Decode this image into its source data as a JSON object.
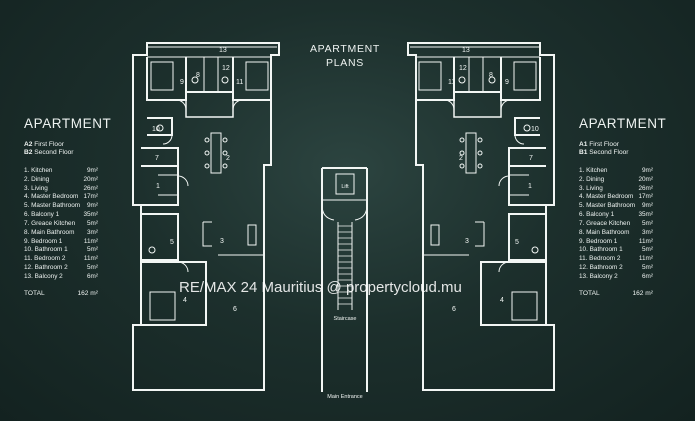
{
  "title": {
    "line1": "APARTMENT",
    "line2": "PLANS"
  },
  "left_panel": {
    "heading": "APARTMENT",
    "floors": [
      {
        "code": "A2",
        "label": "First Floor"
      },
      {
        "code": "B2",
        "label": "Second Floor"
      }
    ]
  },
  "right_panel": {
    "heading": "APARTMENT",
    "floors": [
      {
        "code": "A1",
        "label": "First Floor"
      },
      {
        "code": "B1",
        "label": "Second Floor"
      }
    ]
  },
  "rooms": [
    {
      "name": "1. Kitchen",
      "area": "9m²"
    },
    {
      "name": "2. Dining",
      "area": "20m²"
    },
    {
      "name": "3. Living",
      "area": "26m²"
    },
    {
      "name": "4. Master Bedroom",
      "area": "17m²"
    },
    {
      "name": "5. Master Bathroom",
      "area": "9m²"
    },
    {
      "name": "6. Balcony 1",
      "area": "35m²"
    },
    {
      "name": "7. Greace Kitchen",
      "area": "5m²"
    },
    {
      "name": "8. Main Bathroom",
      "area": "3m²"
    },
    {
      "name": "9. Bedroom 1",
      "area": "11m²"
    },
    {
      "name": "10. Bathroom 1",
      "area": "5m²"
    },
    {
      "name": "11. Bedroom 2",
      "area": "11m²"
    },
    {
      "name": "12. Bathroom 2",
      "area": "5m²"
    },
    {
      "name": "13. Balcony 2",
      "area": "6m²"
    }
  ],
  "total": {
    "label": "TOTAL",
    "value": "162 m²"
  },
  "core": {
    "lift": "Lift",
    "staircase": "Staircase",
    "main_entrance": "Main Entrance"
  },
  "watermark": "RE/MAX 24 Mauritius @ propertycloud.mu",
  "plan_numbers": [
    "1",
    "2",
    "3",
    "4",
    "5",
    "6",
    "7",
    "8",
    "9",
    "10",
    "11",
    "12",
    "13"
  ]
}
